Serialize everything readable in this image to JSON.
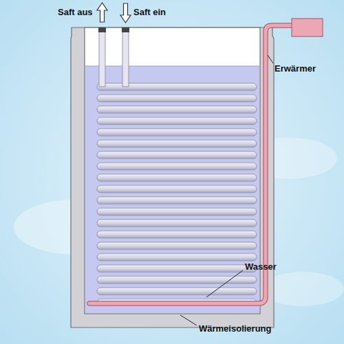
{
  "diagram": {
    "labels": [
      "Saft aus",
      "Saft ein",
      "Erwärmer",
      "Wasser",
      "Wärmeisolierung"
    ]
  }
}
